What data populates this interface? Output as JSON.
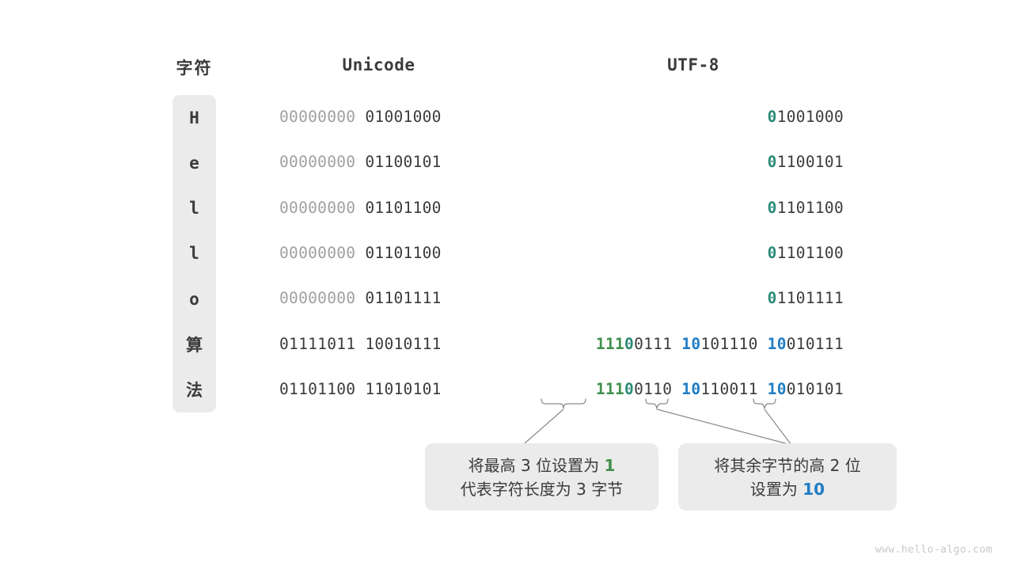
{
  "headers": {
    "character": "字符",
    "unicode": "Unicode",
    "utf8": "UTF-8"
  },
  "characters": [
    "H",
    "e",
    "l",
    "l",
    "o",
    "算",
    "法"
  ],
  "rows": [
    {
      "character": "H",
      "unicode_high": "00000000",
      "unicode_low": "01001000",
      "utf8_parts": [
        {
          "text": "0",
          "color": "teal"
        },
        {
          "text": "1001000",
          "color": "dark"
        }
      ]
    },
    {
      "character": "e",
      "unicode_high": "00000000",
      "unicode_low": "01100101",
      "utf8_parts": [
        {
          "text": "0",
          "color": "teal"
        },
        {
          "text": "1100101",
          "color": "dark"
        }
      ]
    },
    {
      "character": "l",
      "unicode_high": "00000000",
      "unicode_low": "01101100",
      "utf8_parts": [
        {
          "text": "0",
          "color": "teal"
        },
        {
          "text": "1101100",
          "color": "dark"
        }
      ]
    },
    {
      "character": "l",
      "unicode_high": "00000000",
      "unicode_low": "01101100",
      "utf8_parts": [
        {
          "text": "0",
          "color": "teal"
        },
        {
          "text": "1101100",
          "color": "dark"
        }
      ]
    },
    {
      "character": "o",
      "unicode_high": "00000000",
      "unicode_low": "01101111",
      "utf8_parts": [
        {
          "text": "0",
          "color": "teal"
        },
        {
          "text": "1101111",
          "color": "dark"
        }
      ]
    },
    {
      "character": "算",
      "unicode_high": "01111011",
      "unicode_low": "10010111",
      "utf8_parts": [
        {
          "text": "111",
          "color": "green"
        },
        {
          "text": "0",
          "color": "teal"
        },
        {
          "text": "0111 ",
          "color": "dark"
        },
        {
          "text": "10",
          "color": "blue"
        },
        {
          "text": "101110 ",
          "color": "dark"
        },
        {
          "text": "10",
          "color": "blue"
        },
        {
          "text": "010111",
          "color": "dark"
        }
      ]
    },
    {
      "character": "法",
      "unicode_high": "01101100",
      "unicode_low": "11010101",
      "utf8_parts": [
        {
          "text": "111",
          "color": "green"
        },
        {
          "text": "0",
          "color": "teal"
        },
        {
          "text": "0110 ",
          "color": "dark"
        },
        {
          "text": "10",
          "color": "blue"
        },
        {
          "text": "110011 ",
          "color": "dark"
        },
        {
          "text": "10",
          "color": "blue"
        },
        {
          "text": "010101",
          "color": "dark"
        }
      ]
    }
  ],
  "callouts": [
    {
      "id": "callout-1",
      "line1_pre": "将最高 3 位设置为 ",
      "line1_hl": "1",
      "line2": "代表字符长度为 3 字节"
    },
    {
      "id": "callout-2",
      "line1": "将其余字节的高 2 位",
      "line2_pre": "设置为 ",
      "line2_hl": "10"
    }
  ],
  "colors": {
    "green": "#41904e",
    "blue": "#1f7dc4",
    "teal": "#2b8a78",
    "gray_text": "#a0a0a0",
    "dark_text": "#3b3b3b",
    "box_bg": "#ebebeb",
    "watermark": "#c9c9c9"
  },
  "watermark": "www.hello-algo.com"
}
